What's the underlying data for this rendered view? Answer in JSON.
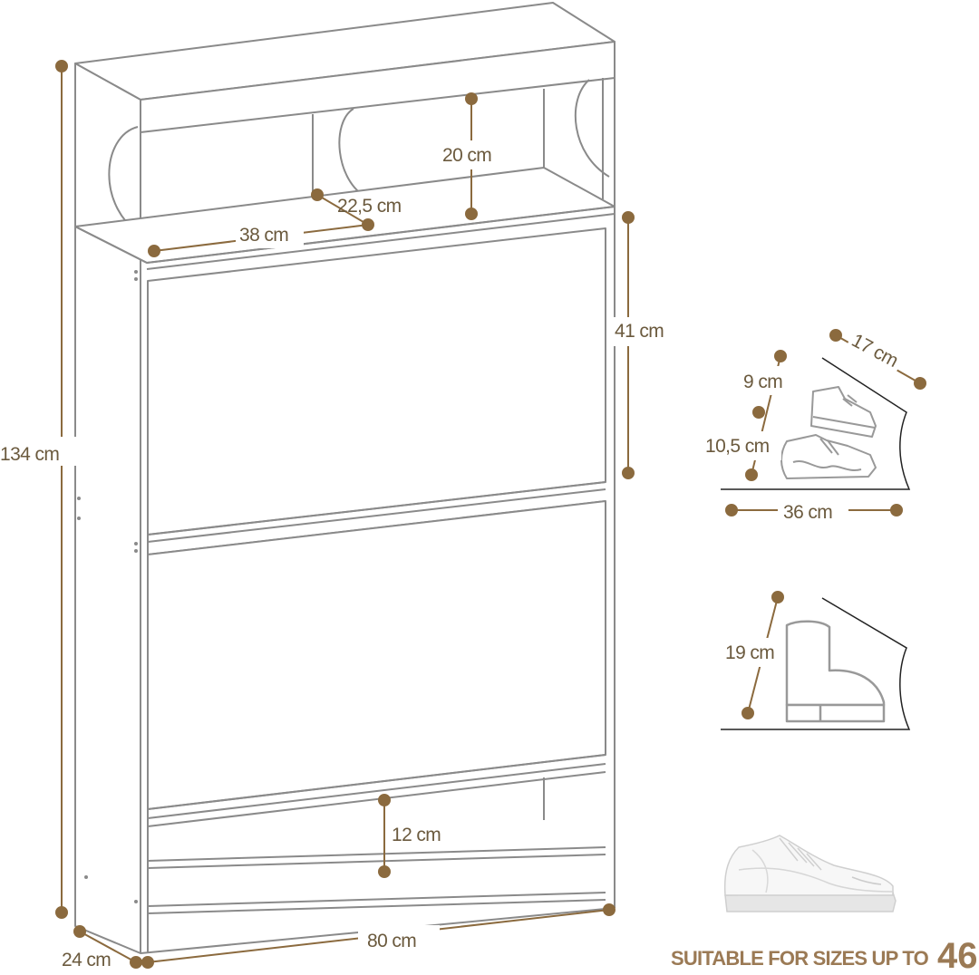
{
  "colors": {
    "accent": "#8b6a3e",
    "label": "#6b5a3e",
    "outline": "#8a8a8a",
    "caption": "#9b7a55"
  },
  "dimensions": {
    "height_total": "134 cm",
    "depth": "24 cm",
    "width": "80 cm",
    "inner_width": "38 cm",
    "top_depth": "22,5 cm",
    "top_height": "20 cm",
    "flap_height": "41 cm",
    "bottom_height": "12 cm"
  },
  "shoe_compartment": {
    "depth": "17 cm",
    "upper_height": "9 cm",
    "lower_height": "10,5 cm",
    "length": "36 cm",
    "boot_height": "19 cm"
  },
  "footer": {
    "caption": "SUITABLE FOR SIZES UP TO",
    "size": "46"
  }
}
